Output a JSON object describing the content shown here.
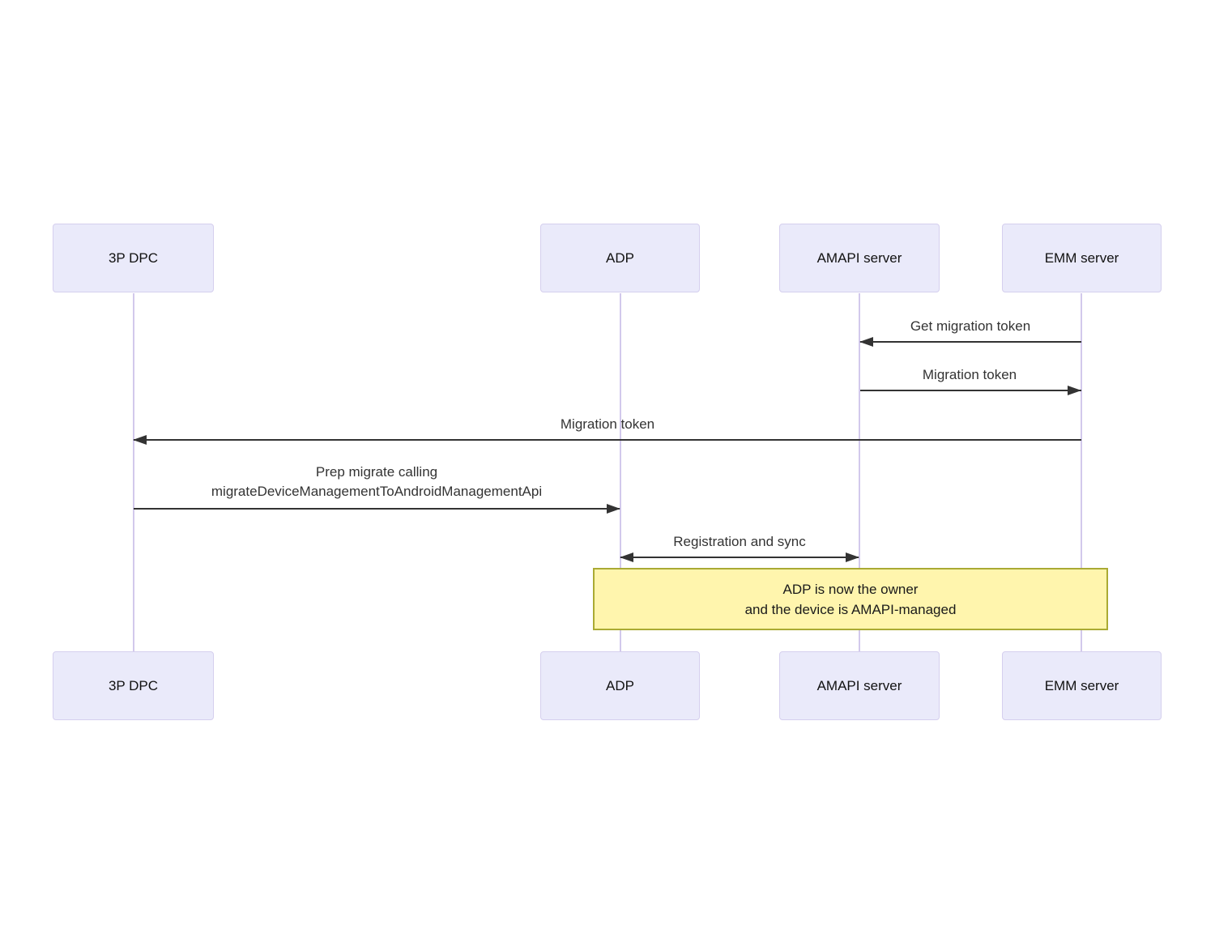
{
  "diagram": {
    "type": "sequence",
    "actors": [
      {
        "name": "3P DPC"
      },
      {
        "name": "ADP"
      },
      {
        "name": "AMAPI server"
      },
      {
        "name": "EMM server"
      }
    ],
    "messages": [
      {
        "from": "EMM server",
        "to": "AMAPI server",
        "direction": "left",
        "lines": [
          "Get migration token"
        ]
      },
      {
        "from": "AMAPI server",
        "to": "EMM server",
        "direction": "right",
        "lines": [
          "Migration token"
        ]
      },
      {
        "from": "EMM server",
        "to": "3P DPC",
        "direction": "left",
        "lines": [
          "Migration token"
        ]
      },
      {
        "from": "3P DPC",
        "to": "ADP",
        "direction": "right",
        "lines": [
          "Prep migrate calling",
          "migrateDeviceManagementToAndroidManagementApi"
        ]
      },
      {
        "from": "ADP",
        "to": "AMAPI server",
        "direction": "both",
        "lines": [
          "Registration and sync"
        ]
      }
    ],
    "note": {
      "spans_from": "ADP",
      "spans_to": "EMM server",
      "lines": [
        "ADP is now the owner",
        "and the device is AMAPI-managed"
      ]
    },
    "colors": {
      "actor_fill": "#EAEAFA",
      "actor_border": "#D5CFEE",
      "lifeline": "#D2C9EC",
      "arrow": "#333333",
      "note_fill": "#FFF5AD",
      "note_border": "#AAAA33",
      "message_text": "#333333",
      "background": "#FFFFFF"
    }
  }
}
